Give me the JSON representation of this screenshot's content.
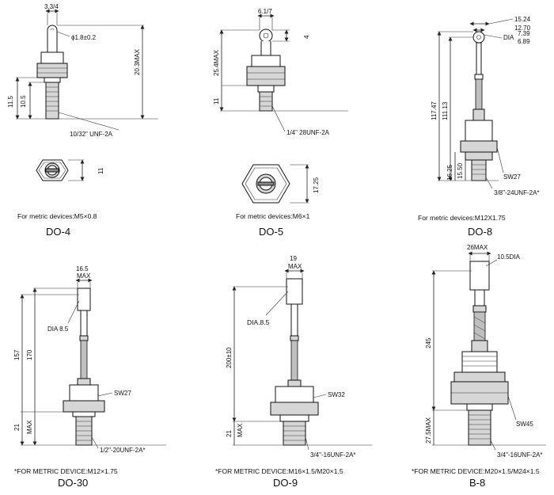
{
  "packages": [
    {
      "name": "DO-4",
      "note": "For metric devices:M5×0.8",
      "dims": {
        "head_width": "3.3/4",
        "hole": "ϕ1.8±0.2",
        "total": "20.3MAX",
        "a": "11.5",
        "b": "10.5",
        "thread": "10/32\" UNF-2A",
        "hex": "11"
      }
    },
    {
      "name": "DO-5",
      "note": "For metric devices:M6×1",
      "dims": {
        "head_width": "6.1/7",
        "hole": "4",
        "total": "25.4MAX",
        "a": "11",
        "thread": "1/4\" 28UNF-2A",
        "hex": "17.25"
      }
    },
    {
      "name": "DO-8",
      "note": "For metric devices:M12X1.75",
      "dims": {
        "w1": "15.24",
        "w2": "12.70",
        "dia_label": "DIA",
        "dia1": "7.39",
        "dia2": "6.89",
        "total": "117.47",
        "inner": "111.13",
        "s1": "16.25",
        "s2": "15.50",
        "sw": "SW27",
        "thread": "3/8\"-24UNF-2A*"
      }
    },
    {
      "name": "DO-30",
      "note": "*FOR METRIC DEVICE:M12×1.75",
      "dims": {
        "w": "16.5",
        "wmax": "MAX",
        "dia": "DIA 8.5",
        "total": "157",
        "inner": "170",
        "sw": "SW27",
        "a": "21",
        "amax": "MAX",
        "thread": "1/2\"-20UNF-2A*"
      }
    },
    {
      "name": "DO-9",
      "note": "*FOR METRIC DEVICE:M16×1.5/M20×1.5",
      "dims": {
        "w": "19",
        "wmax": "MAX",
        "dia": "DIA.8.5",
        "total": "200±10",
        "sw": "SW32",
        "a": "21",
        "amax": "MAX",
        "thread": "3/4\"-16UNF-2A*"
      }
    },
    {
      "name": "B-8",
      "note": "*FOR METRIC DEVICE:M20×1.5/M24×1.5",
      "dims": {
        "w": "26MAX",
        "dia": "10.5DIA",
        "total": "245",
        "sw": "SW45",
        "a": "27.5MAX",
        "thread": "3/4\"-16UNF-2A*"
      }
    }
  ]
}
